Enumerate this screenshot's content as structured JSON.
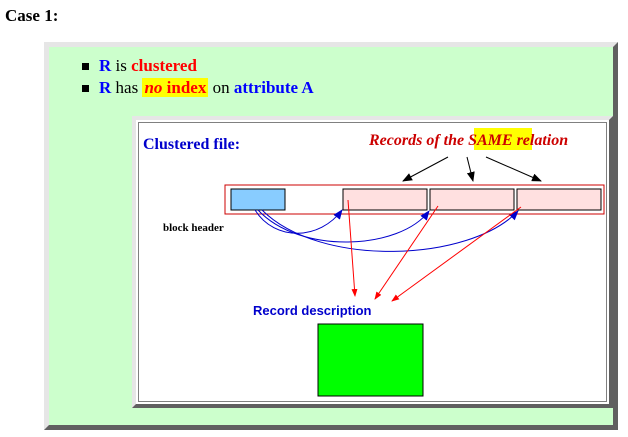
{
  "page": {
    "case_title": "Case 1:",
    "bullets": [
      {
        "subject": "R",
        "verb": "is",
        "value": "clustered"
      },
      {
        "subject": "R",
        "verb": "has",
        "emph": "no",
        "highlight_rest": "index",
        "middle": "on",
        "attribute": "attribute A"
      }
    ]
  },
  "diagram": {
    "title": "Clustered file:",
    "records_label_before": "Records of the",
    "records_label_highlight": "SAME",
    "records_label_after": "relation",
    "block_header_label": "block header",
    "record_description_label": "Record description"
  },
  "colors": {
    "outer_panel_bg": "#ccffcc",
    "header_block": "#88ccff",
    "record_slot": "#ffe0e0",
    "record_description_block": "#00ff00",
    "highlight": "#ffff00",
    "red_text": "#ff0000",
    "blue_text": "#0000ff",
    "pointer_red": "#ff0000",
    "pointer_blue": "#0000aa"
  }
}
